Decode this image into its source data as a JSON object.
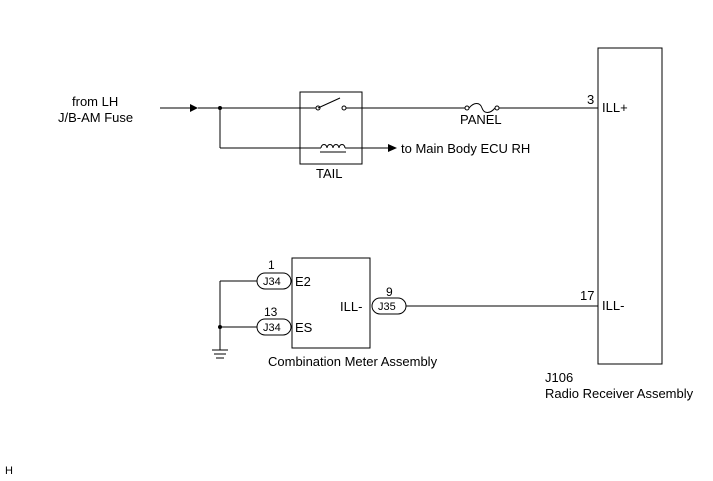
{
  "source": {
    "line1": "from LH",
    "line2": "J/B-AM Fuse"
  },
  "tail_relay": {
    "label": "TAIL",
    "output_label": "to Main Body ECU RH"
  },
  "fuse": {
    "label": "PANEL"
  },
  "radio": {
    "id": "J106",
    "name": "Radio Receiver Assembly",
    "pins": [
      {
        "number": "3",
        "name": "ILL+"
      },
      {
        "number": "17",
        "name": "ILL-"
      }
    ]
  },
  "meter": {
    "name": "Combination Meter Assembly",
    "pins": [
      {
        "number": "1",
        "name": "E2",
        "connector": "J34"
      },
      {
        "number": "13",
        "name": "ES",
        "connector": "J34"
      },
      {
        "number": "9",
        "name": "ILL-",
        "connector": "J35"
      }
    ]
  },
  "corner_mark": "H"
}
